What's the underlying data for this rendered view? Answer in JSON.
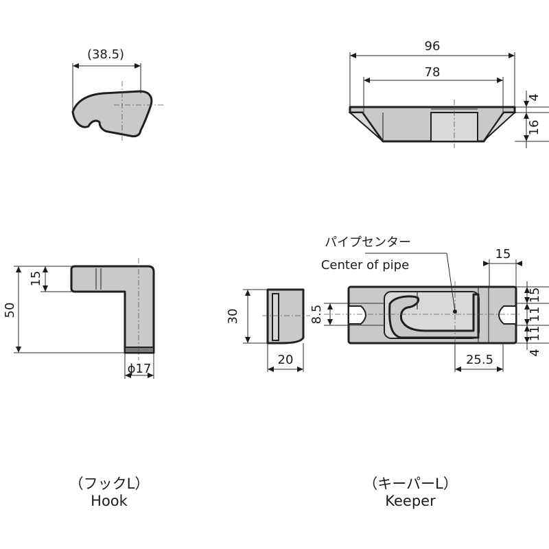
{
  "hook": {
    "caption_jp": "（フックL）",
    "caption_en": "Hook",
    "dimensions": {
      "top_width": "(38.5)",
      "height": "50",
      "head": "15",
      "diameter": "ϕ17"
    }
  },
  "keeper": {
    "caption_jp": "（キーパーL）",
    "caption_en": "Keeper",
    "dimensions": {
      "overall_width": "96",
      "inner_width": "78",
      "flange": "4",
      "height_16": "16",
      "side_height": "30",
      "slot": "8.5",
      "side_width": "20",
      "center_offset": "25.5",
      "slot_width": "15",
      "right_15": "15",
      "right_11": "11",
      "right_11b": "11",
      "right_4": "4"
    },
    "pipe_center": {
      "jp": "パイプセンター",
      "en": "Center of pipe"
    }
  },
  "colors": {
    "part_fill": "#c9c9c9",
    "outline": "#1f1f1f",
    "dimension_line": "#2a2a2a"
  }
}
